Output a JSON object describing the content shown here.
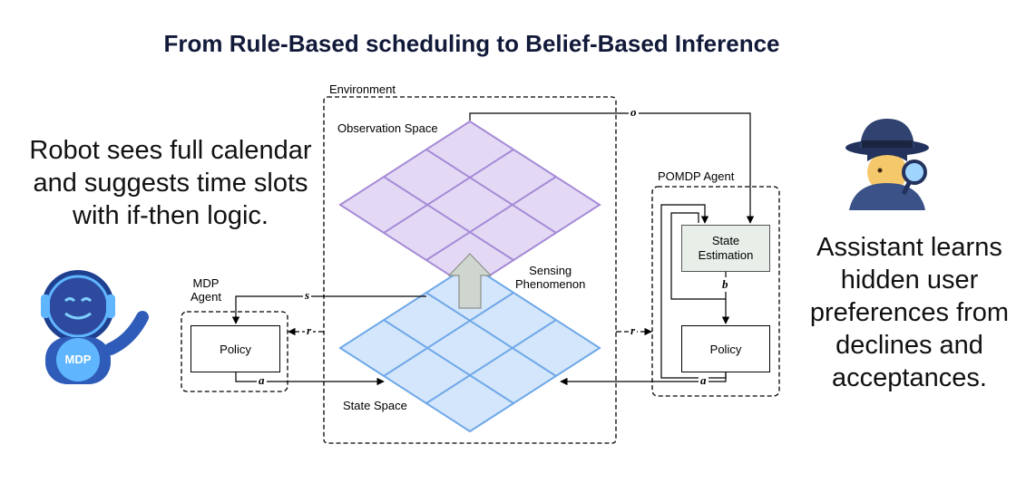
{
  "title": "From Rule-Based scheduling to Belief-Based Inference",
  "left_caption": [
    "Robot sees full calendar",
    "and suggests time slots",
    "with if-then logic."
  ],
  "right_caption": [
    "Assistant learns",
    "hidden user",
    "preferences from",
    "declines and",
    "acceptances."
  ],
  "environment": {
    "label": "Environment",
    "observation_space": "Observation Space",
    "state_space": "State Space",
    "sensing": [
      "Sensing",
      "Phenomenon"
    ]
  },
  "mdp_agent": {
    "label": [
      "MDP",
      "Agent"
    ],
    "policy": "Policy",
    "robot_badge": "MDP"
  },
  "pomdp_agent": {
    "label": "POMDP Agent",
    "state_estimation": [
      "State",
      "Estimation"
    ],
    "policy": "Policy"
  },
  "signals": {
    "o": "o",
    "s": "s",
    "r_left": "r",
    "r_right": "r",
    "a_left": "a",
    "a_right": "a",
    "b": "b"
  },
  "colors": {
    "observation_grid": "#a58bd6",
    "state_grid": "#6fa8e8",
    "title": "#121a3a"
  }
}
